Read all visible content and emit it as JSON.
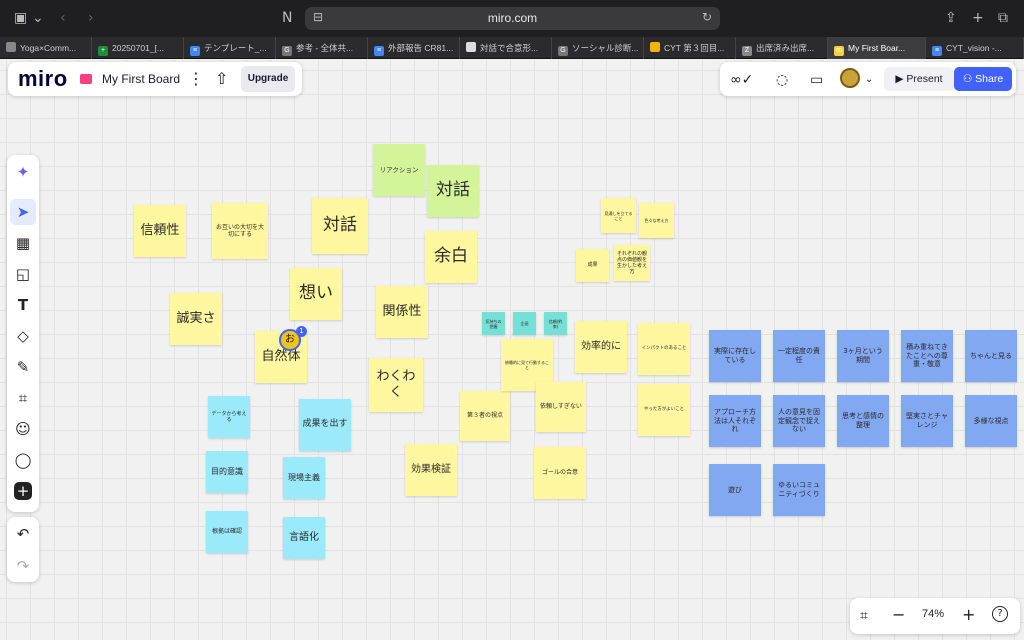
{
  "browser": {
    "url": "miro.com",
    "tabs": [
      {
        "label": "Yoga×Comm...",
        "color": "#888888",
        "glyph": ""
      },
      {
        "label": "20250701_[...",
        "color": "#1e8e3e",
        "glyph": "+"
      },
      {
        "label": "テンプレート_...",
        "color": "#4285f4",
        "glyph": "≡"
      },
      {
        "label": "参考 - 全体共...",
        "color": "#777777",
        "glyph": "G"
      },
      {
        "label": "外部報告 CR81...",
        "color": "#4285f4",
        "glyph": "≡"
      },
      {
        "label": "対話で合意形...",
        "color": "#dddddd",
        "glyph": ""
      },
      {
        "label": "ソーシャル診断...",
        "color": "#777777",
        "glyph": "G"
      },
      {
        "label": "CYT 第３回目...",
        "color": "#f4b400",
        "glyph": ""
      },
      {
        "label": "出席済み出席...",
        "color": "#888888",
        "glyph": "Z"
      },
      {
        "label": "My First Boar...",
        "color": "#f4d03f",
        "glyph": "m"
      },
      {
        "label": "CYT_vision -...",
        "color": "#4285f4",
        "glyph": "≡"
      }
    ]
  },
  "board": {
    "logo": "miro",
    "name": "My First Board",
    "upgrade_label": "Upgrade",
    "present_label": "Present",
    "share_label": "Share",
    "zoom": "74%"
  },
  "cursor": {
    "initial": "お",
    "count": "1"
  },
  "notes": {
    "n1": "信頼性",
    "n2": "お互いの大切を大切にする",
    "n3": "対話",
    "n4": "リアクション",
    "n5": "対話",
    "n6": "余白",
    "n7": "想い",
    "n8": "誠実さ",
    "n9": "関係性",
    "n10": "自然体",
    "n11": "わくわく",
    "n12": "データから考える",
    "n13": "成果を出す",
    "n14": "目的意識",
    "n15": "現場主義",
    "n16": "根拠は確認",
    "n17": "言語化",
    "n18": "効果検証",
    "n19": "第３者の視点",
    "n20": "俯瞰的に見て行動すること",
    "n21": "気持ちの把握",
    "n22": "企画",
    "n23": "信頼(約束)",
    "n24": "効率的に",
    "n25": "依頼しすぎない",
    "n26": "ゴールの合意",
    "n27": "成果",
    "n28": "それぞれの観点の価値観を生かした考え方",
    "n29": "見通しを立てること",
    "n30": "色々な考え方",
    "n31": "インパクトのあること",
    "n32": "やった方がよいこと",
    "b1": "実際に存在している",
    "b2": "一定程度の責任",
    "b3": "3ヶ月という期間",
    "b4": "積み重ねてきたことへの尊重・敬意",
    "b5": "ちゃんと見る",
    "b6": "アプローチ方法は人それぞれ",
    "b7": "人の意見を固定観念で捉えない",
    "b8": "思考と感情の整理",
    "b9": "堅実さとチャレンジ",
    "b10": "多様な視点",
    "b11": "遊び",
    "b12": "ゆるいコミュニティづくり"
  },
  "colors": {
    "yellow": "#fff6a0",
    "green": "#d4f49a",
    "cyan": "#9beafb",
    "teal": "#76e0d6",
    "blue": "#83a8f2",
    "accent": "#4262ff"
  }
}
